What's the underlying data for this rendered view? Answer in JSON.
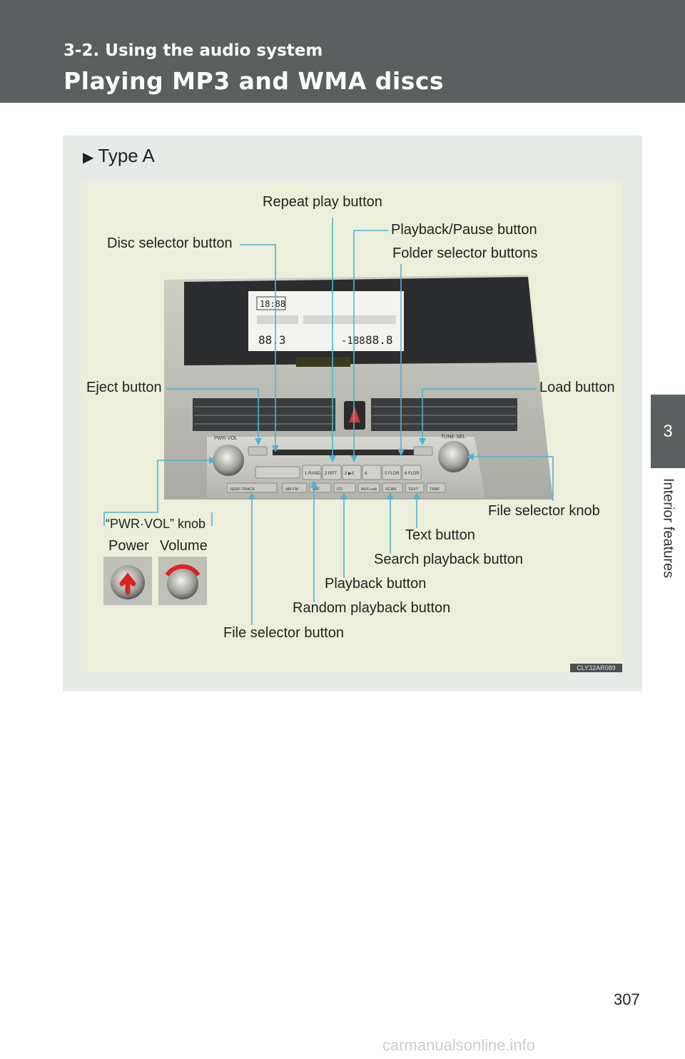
{
  "header": {
    "section": "3-2. Using the audio system",
    "title": "Playing MP3 and WMA discs"
  },
  "side_tab": {
    "number": "3",
    "label": "Interior features"
  },
  "panel": {
    "heading": "Type A",
    "figure_id": "CLY32AR089"
  },
  "callouts": {
    "repeat_play": "Repeat play button",
    "playback_pause": "Playback/Pause button",
    "disc_selector": "Disc selector button",
    "folder_selector": "Folder selector buttons",
    "eject": "Eject button",
    "load": "Load button",
    "file_selector_knob": "File selector knob",
    "pwr_vol_knob": "“PWR·VOL” knob",
    "power": "Power",
    "volume": "Volume",
    "text": "Text button",
    "search_playback": "Search playback button",
    "playback": "Playback button",
    "random_playback": "Random playback button",
    "file_selector_button": "File selector button"
  },
  "radio": {
    "display_clock": "18:88",
    "display_temp_left": "88.3",
    "display_temp_right": "88.8",
    "display_outside": "-188",
    "knob_left_label": "PWR·VOL",
    "knob_right_label": "TUNE·SEL",
    "preset_buttons": [
      "1 RAND",
      "2 RPT",
      "3 ▶II",
      "4",
      "5 FLDR",
      "6 FLDR"
    ],
    "bottom_buttons": [
      "SEEK·TRACK",
      "AM·FM",
      "SAT",
      "CD",
      "AUX·usb",
      "SCAN",
      "TEXT",
      "TRAF"
    ]
  },
  "page_number": "307",
  "watermark": "carmanualsonline.info"
}
